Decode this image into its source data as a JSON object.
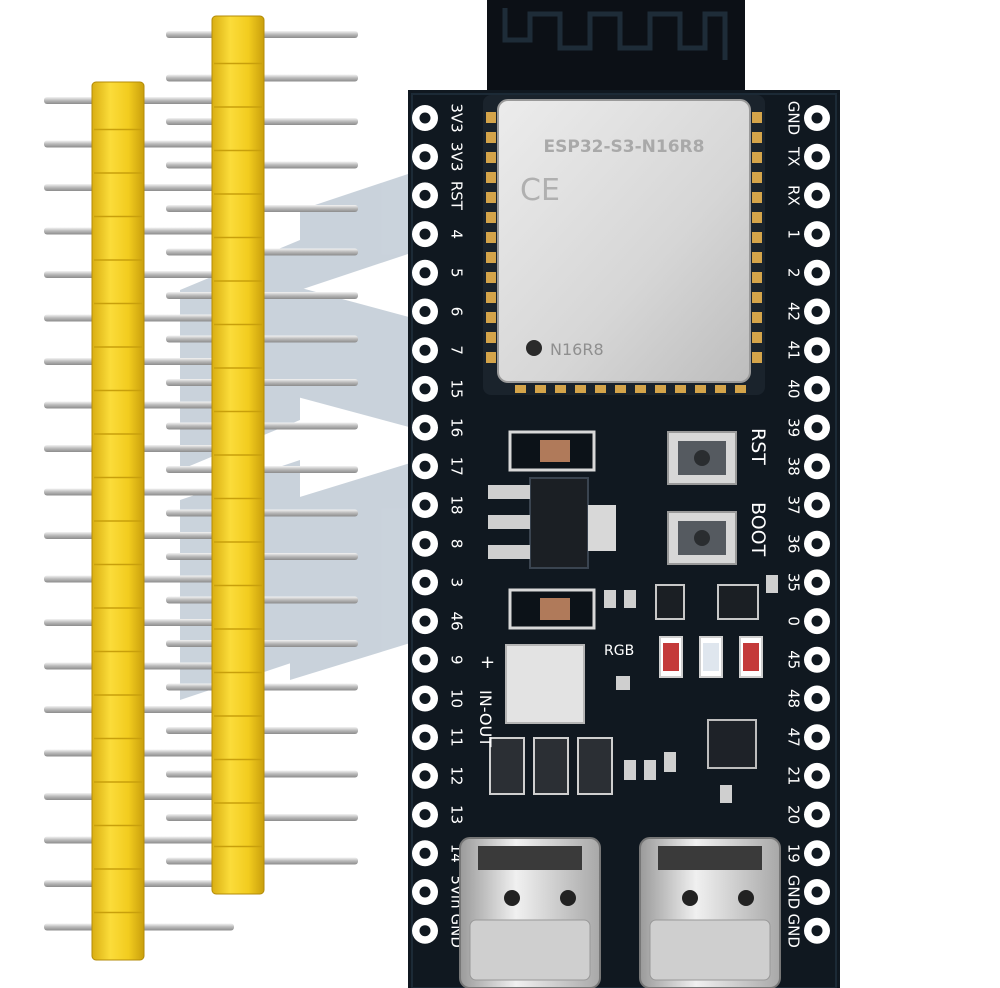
{
  "module": {
    "model": "ESP32-S3-N16R8",
    "ce_mark": "CE",
    "chip_code": "N16R8"
  },
  "board": {
    "button_rst": "RST",
    "button_boot": "BOOT",
    "rgb_label": "RGB",
    "in_out_label": "IN-OUT",
    "plus_label": "+"
  },
  "pins_left": [
    "3V3",
    "3V3",
    "RST",
    "4",
    "5",
    "6",
    "7",
    "15",
    "16",
    "17",
    "18",
    "8",
    "3",
    "46",
    "9",
    "10",
    "11",
    "12",
    "13",
    "14",
    "5Vin",
    "GND"
  ],
  "pins_right": [
    "GND",
    "TX",
    "RX",
    "1",
    "2",
    "42",
    "41",
    "40",
    "39",
    "38",
    "37",
    "36",
    "35",
    "0",
    "45",
    "48",
    "47",
    "21",
    "20",
    "19",
    "GND",
    "GND"
  ],
  "colors": {
    "pcb": "#101820",
    "header_plastic": "#f2cc1f",
    "header_pin": "#c8c8c8",
    "module_shield": "#d7d7d7",
    "pad": "#ffffff"
  }
}
